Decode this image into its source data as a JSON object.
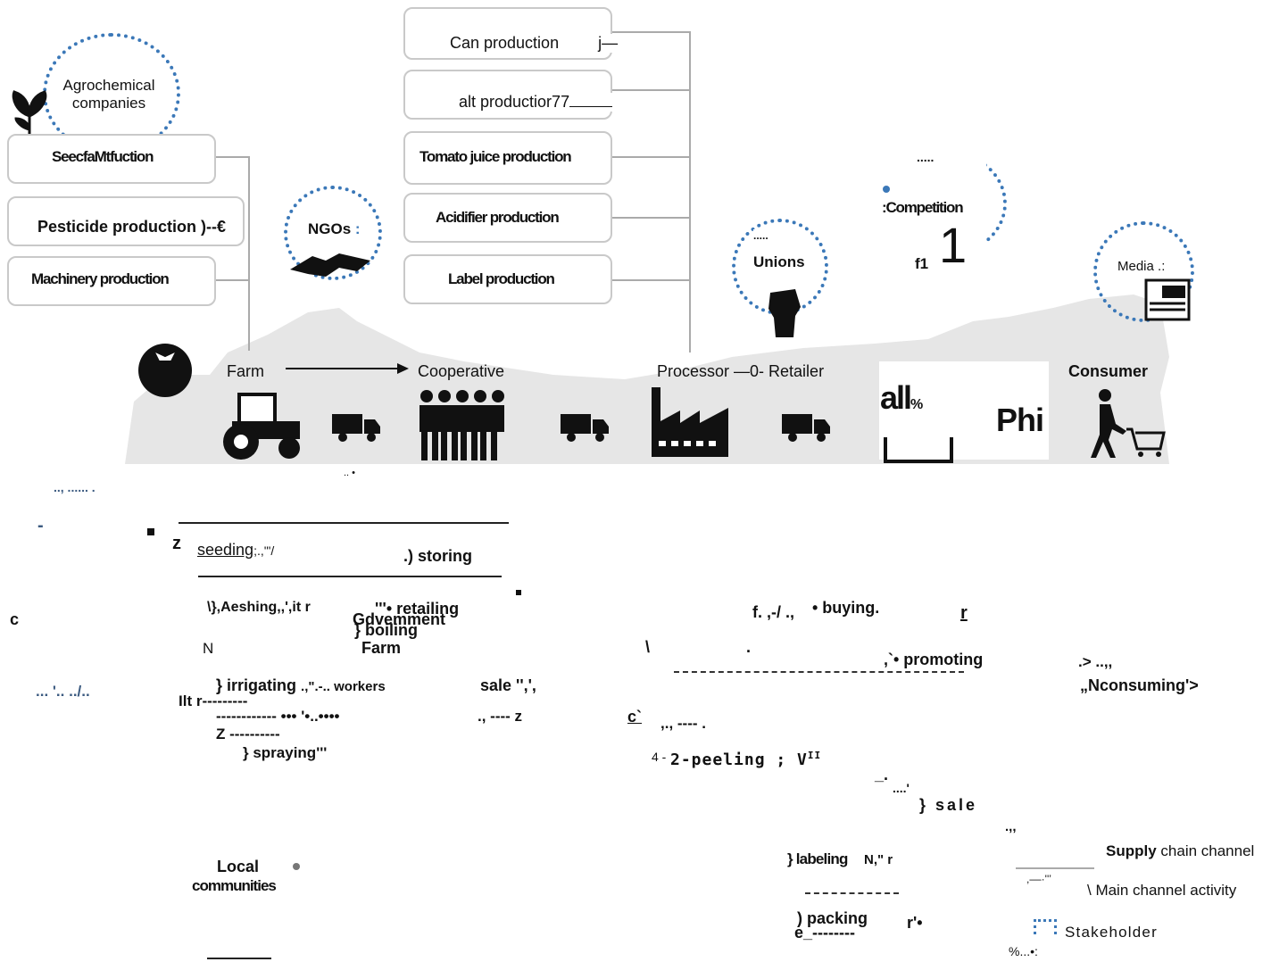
{
  "top_boxes": {
    "agro": "Agrochemical\ncompanies",
    "seed": "SeecfaMtfuction",
    "pesticide": "Pesticide production )--€",
    "machinery": "Machinery production",
    "can": "Can production",
    "can_tail": "j—",
    "salt": "alt productior77",
    "tomato_juice": "Tomato juice production",
    "acidifier": "Acidifier production",
    "label": "Label production",
    "ngos": "NGOs",
    "ngos_tail": ":",
    "unions_dots": ".....",
    "unions": "Unions",
    "competition_dots": ".....",
    "competition": ":Competition",
    "f1": "f1",
    "big1": "1",
    "media": "Media .:"
  },
  "chain": {
    "farm": "Farm",
    "cooperative": "Cooperative",
    "processor": "Processor —0- Retailer",
    "consumer": "Consumer",
    "alt": "all",
    "alt_pct": "%",
    "phi": "Phi"
  },
  "activities": {
    "noise1": "..,  ...... .",
    "noise2": "..  •",
    "seeding": "seeding",
    "seeding_tail": ";.,'\"/",
    "storing": ".) storing",
    "z1": "z",
    "washing": "\\},Aeshing,,',it r",
    "retailing": "'''• retailing",
    "government": "Gdvemment",
    "boiling": "} boiling",
    "farm2": "Farm",
    "n1": "N",
    "c_left": "c",
    "irrigating": "} irrigating",
    "irr_tail": ".,\".-.. workers",
    "sale1": "sale  '',',",
    "ilt": "Ilt r---------",
    "dots_left": "... '..     ../..",
    "dash_line": "------------ ••• '•..••••",
    "dash_short": "., ---- z",
    "z2": "Z ----------",
    "spraying": "} spraying",
    "spray_tail": "'''",
    "buying": "• buying.",
    "buying_pre": "f. ,-/ .,",
    "promoting": "• promoting",
    "promo_pre": ",`",
    "nconsuming": "„Nconsuming'>",
    "nc_pre": ".>   ..,,",
    "c_under": "c`",
    "c_tail": ",., ---- .",
    "peeling": "2-peeling ; V",
    "peeling_pre": "4 -",
    "sale2": "} sale",
    "sale2_dots": "....'",
    "labeling": "} labeling",
    "labeling_tail": "N,\"  r",
    "packing": ") packing",
    "packing_tail": "r'•",
    "e_line": "e_-------- ",
    "local": "Local",
    "communities": "communities"
  },
  "legend": {
    "supply_bold": "Supply",
    "supply_rest": "chain channel",
    "main": "\\ Main channel activity",
    "stakeholder": "Stakeholder",
    "noise": "%...•:"
  },
  "colors": {
    "accent": "#3b78b8",
    "line": "#aaaaaa",
    "map": "#e6e6e6"
  }
}
